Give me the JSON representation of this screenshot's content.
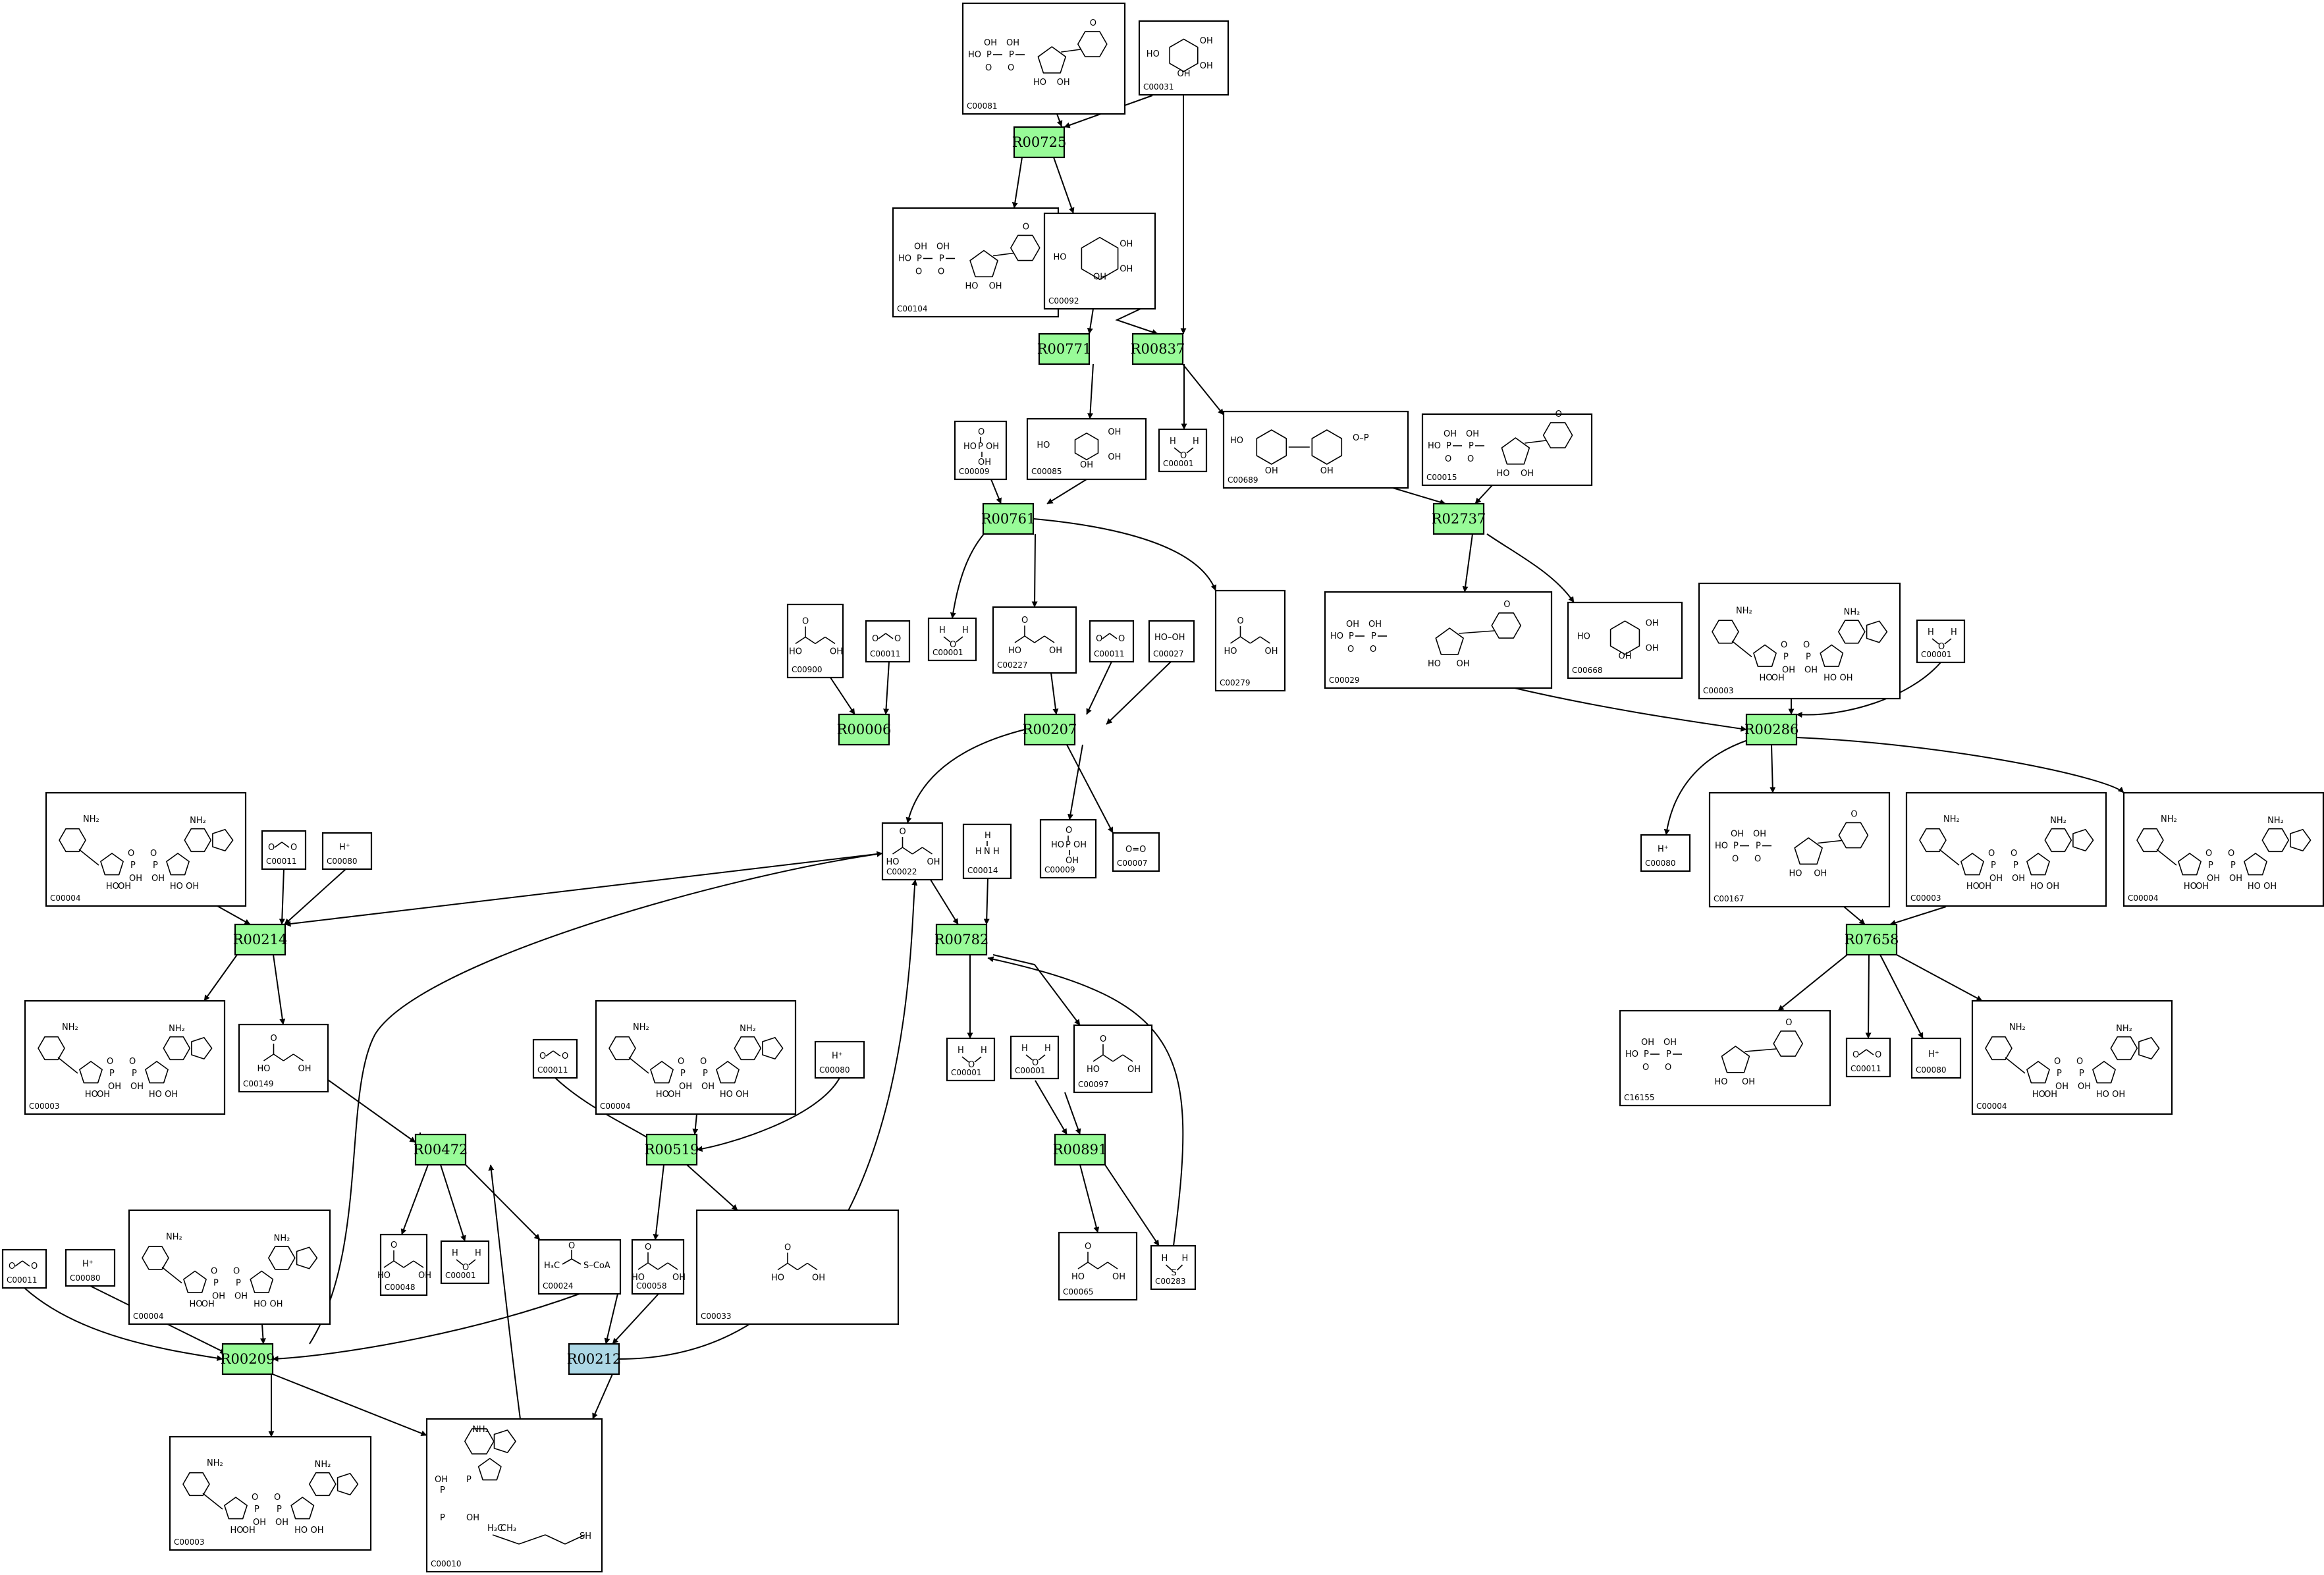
{
  "colors": {
    "reaction_default": "#98fb98",
    "reaction_highlight": "#add8e6"
  },
  "reactions": [
    {
      "id": "R00725"
    },
    {
      "id": "R00771"
    },
    {
      "id": "R00837"
    },
    {
      "id": "R00761"
    },
    {
      "id": "R02737"
    },
    {
      "id": "R00006"
    },
    {
      "id": "R00207"
    },
    {
      "id": "R00286"
    },
    {
      "id": "R00214"
    },
    {
      "id": "R00782"
    },
    {
      "id": "R07658"
    },
    {
      "id": "R00472"
    },
    {
      "id": "R00519"
    },
    {
      "id": "R00891"
    },
    {
      "id": "R00209"
    },
    {
      "id": "R00212",
      "highlight": true
    }
  ],
  "compounds": [
    {
      "id": "C00081",
      "struct": "nucleotide"
    },
    {
      "id": "C00031",
      "struct": "sugar"
    },
    {
      "id": "C00104",
      "struct": "nucleotide"
    },
    {
      "id": "C00092",
      "struct": "sugar"
    },
    {
      "id": "C00009",
      "struct": "phosphate"
    },
    {
      "id": "C00085",
      "struct": "sugar"
    },
    {
      "id": "C00001",
      "struct": "water"
    },
    {
      "id": "C00689",
      "struct": "disaccharide"
    },
    {
      "id": "C00015",
      "struct": "nucleotide"
    },
    {
      "id": "C00900",
      "struct": "small"
    },
    {
      "id": "C00011",
      "struct": "co2"
    },
    {
      "id": "C00227",
      "struct": "small"
    },
    {
      "id": "C00027",
      "struct": "peroxide"
    },
    {
      "id": "C00279",
      "struct": "small"
    },
    {
      "id": "C00029",
      "struct": "nucleotide"
    },
    {
      "id": "C00668",
      "struct": "sugar"
    },
    {
      "id": "C00003",
      "struct": "nad"
    },
    {
      "id": "C00004",
      "struct": "nad"
    },
    {
      "id": "C00080",
      "struct": "proton"
    },
    {
      "id": "C00022",
      "struct": "small"
    },
    {
      "id": "C00014",
      "struct": "ammonia"
    },
    {
      "id": "C00007",
      "struct": "oxygen"
    },
    {
      "id": "C00167",
      "struct": "nucleotide"
    },
    {
      "id": "C00149",
      "struct": "small"
    },
    {
      "id": "C00097",
      "struct": "small"
    },
    {
      "id": "C16155",
      "struct": "nucleotide"
    },
    {
      "id": "C00033",
      "struct": "small"
    },
    {
      "id": "C00024",
      "struct": "acetylcoa"
    },
    {
      "id": "C00058",
      "struct": "small"
    },
    {
      "id": "C00065",
      "struct": "small"
    },
    {
      "id": "C00283",
      "struct": "h2s"
    },
    {
      "id": "C00010",
      "struct": "coa"
    }
  ],
  "labels": {
    "proton": "H⁺",
    "peroxide": "HO–OH",
    "acetyl": "H₃C",
    "scoa": "S–CoA",
    "oxygen": "O=O",
    "h2o_h": "H",
    "h2o_o": "O",
    "nh2": "NH₂",
    "oh": "OH",
    "ho": "HO",
    "o": "O",
    "p": "P",
    "sh": "SH",
    "ch3": "CH₃",
    "h3c": "H₃C"
  }
}
